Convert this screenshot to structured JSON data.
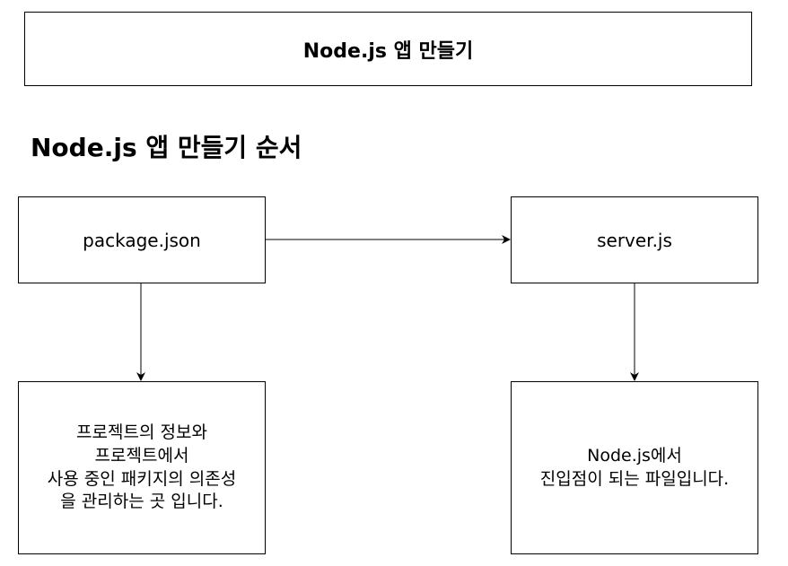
{
  "title": "Node.js 앱 만들기",
  "heading": "Node.js 앱 만들기 순서",
  "nodes": {
    "package": {
      "label": "package.json",
      "description": [
        "프로젝트의 정보와",
        "프로젝트에서",
        "사용 중인 패키지의 의존성",
        "을 관리하는 곳 입니다."
      ]
    },
    "server": {
      "label": "server.js",
      "description": [
        "Node.js에서",
        "진입점이 되는 파일입니다."
      ]
    }
  },
  "colors": {
    "stroke": "#000000",
    "background": "#ffffff"
  }
}
